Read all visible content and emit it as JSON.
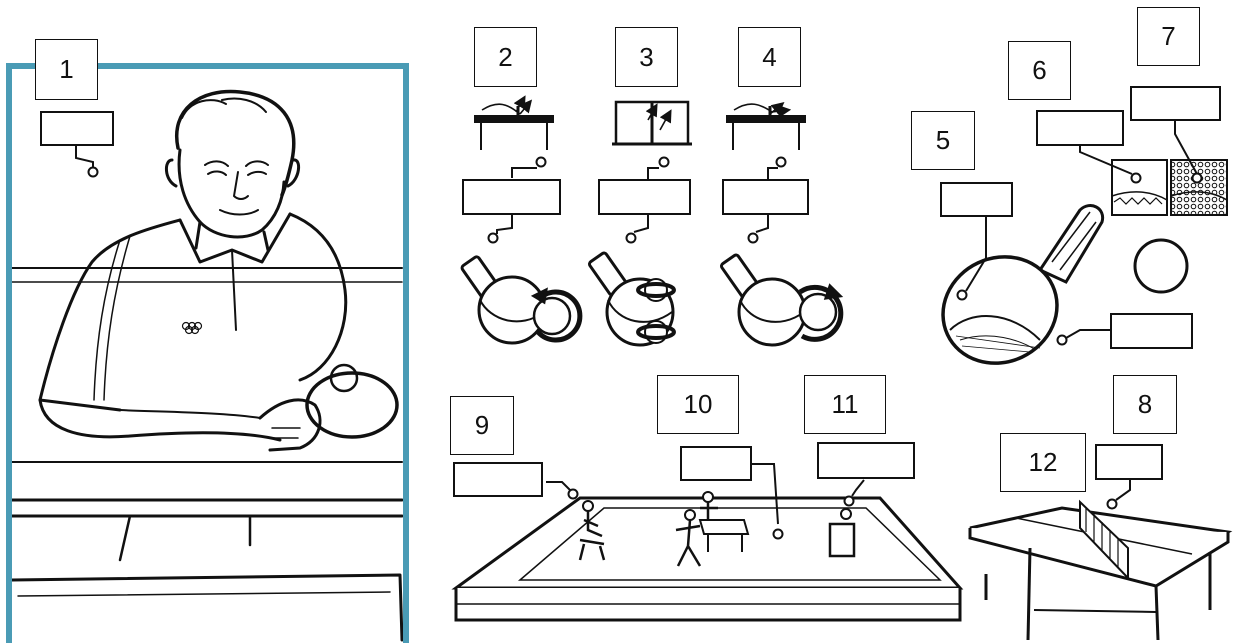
{
  "numbers": {
    "n1": "1",
    "n2": "2",
    "n3": "3",
    "n4": "4",
    "n5": "5",
    "n6": "6",
    "n7": "7",
    "n8": "8",
    "n9": "9",
    "n10": "10",
    "n11": "11",
    "n12": "12"
  },
  "labels": {
    "player": "",
    "stroke_2": "",
    "stroke_3": "",
    "stroke_4": "",
    "spin_1": "",
    "spin_2": "",
    "spin_3": "",
    "blade": "",
    "handle": "",
    "rubber_smooth": "",
    "rubber_pimpled": "",
    "umpire": "",
    "court": "",
    "scorer": "",
    "net": ""
  },
  "colors": {
    "frame": "#4a9bb5",
    "ink": "#111111",
    "paper": "#ffffff"
  }
}
